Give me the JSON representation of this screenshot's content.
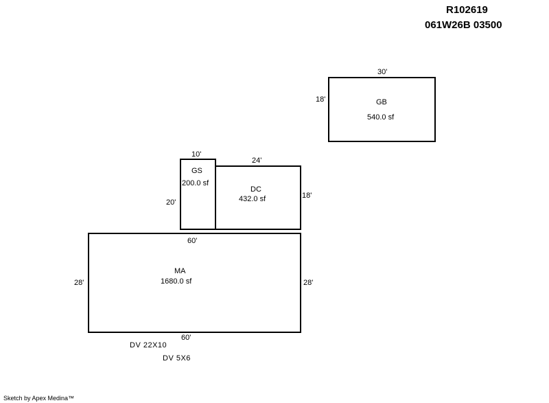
{
  "header": {
    "parcel_id": "R102619",
    "map_number": "061W26B 03500"
  },
  "areas": {
    "gb": {
      "code": "GB",
      "area": "540.0 sf",
      "width": "30'",
      "height": "18'"
    },
    "gs": {
      "code": "GS",
      "area": "200.0 sf",
      "width": "10'",
      "height": "20'"
    },
    "dc": {
      "code": "DC",
      "area": "432.0 sf",
      "width": "24'",
      "height": "18'"
    },
    "ma": {
      "code": "MA",
      "area": "1680.0 sf",
      "top": "60'",
      "bottom": "60'",
      "left": "28'",
      "right": "28'"
    }
  },
  "notes": [
    "DV 22X10",
    "DV 5X6"
  ],
  "footer": {
    "credit": "Sketch by Apex Medina™"
  }
}
